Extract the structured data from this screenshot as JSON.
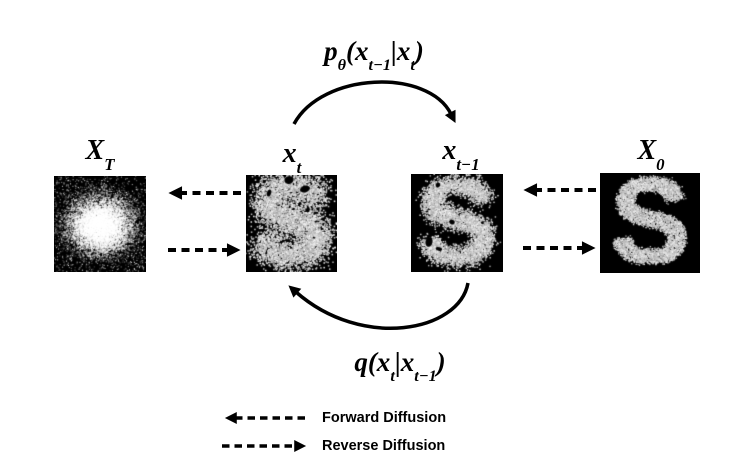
{
  "formulas": {
    "reverse": {
      "f1": "p",
      "s1": "θ",
      "f2": "(x",
      "s2": "t−1",
      "f3": "|x",
      "s3": "t",
      "f4": ")"
    },
    "forward": {
      "f1": "q",
      "f2": "(x",
      "s2": "t",
      "f3": "|x",
      "s3": "t−1",
      "f4": ")"
    }
  },
  "panels": [
    {
      "label": "X",
      "sub": "T",
      "alt": "pure-gaussian-noise",
      "render": {
        "kind": "gaussian",
        "dots": 7000,
        "outliers": 900
      }
    },
    {
      "label": "x",
      "sub": "t",
      "alt": "heavily-noised-letter",
      "render": {
        "kind": "glyph",
        "glyph": "S",
        "jitter": 7.5,
        "dots": 5600,
        "size": 1.5,
        "holes": 3
      }
    },
    {
      "label": "x",
      "sub": "t−1",
      "alt": "moderately-noised-letter",
      "render": {
        "kind": "glyph",
        "glyph": "S",
        "jitter": 3.8,
        "dots": 5600,
        "size": 1.4,
        "holes": 4
      }
    },
    {
      "label": "X",
      "sub": "0",
      "alt": "clean-letter",
      "render": {
        "kind": "glyph",
        "glyph": "S",
        "jitter": 1.5,
        "dots": 5200,
        "size": 1.3,
        "holes": 0
      }
    }
  ],
  "legend": [
    {
      "direction": "left",
      "label": "Forward Diffusion"
    },
    {
      "direction": "right",
      "label": "Reverse Diffusion"
    }
  ],
  "colors": {
    "background": "#ffffff",
    "ink": "#000000",
    "panel_background": "#000000",
    "dot_light": "#cccccc"
  }
}
